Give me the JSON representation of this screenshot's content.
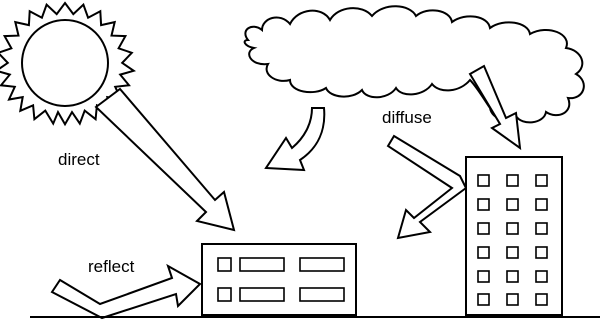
{
  "labels": {
    "direct": "direct",
    "diffuse": "diffuse",
    "reflect": "reflect"
  },
  "colors": {
    "ink": "#000000",
    "paper": "#ffffff"
  }
}
